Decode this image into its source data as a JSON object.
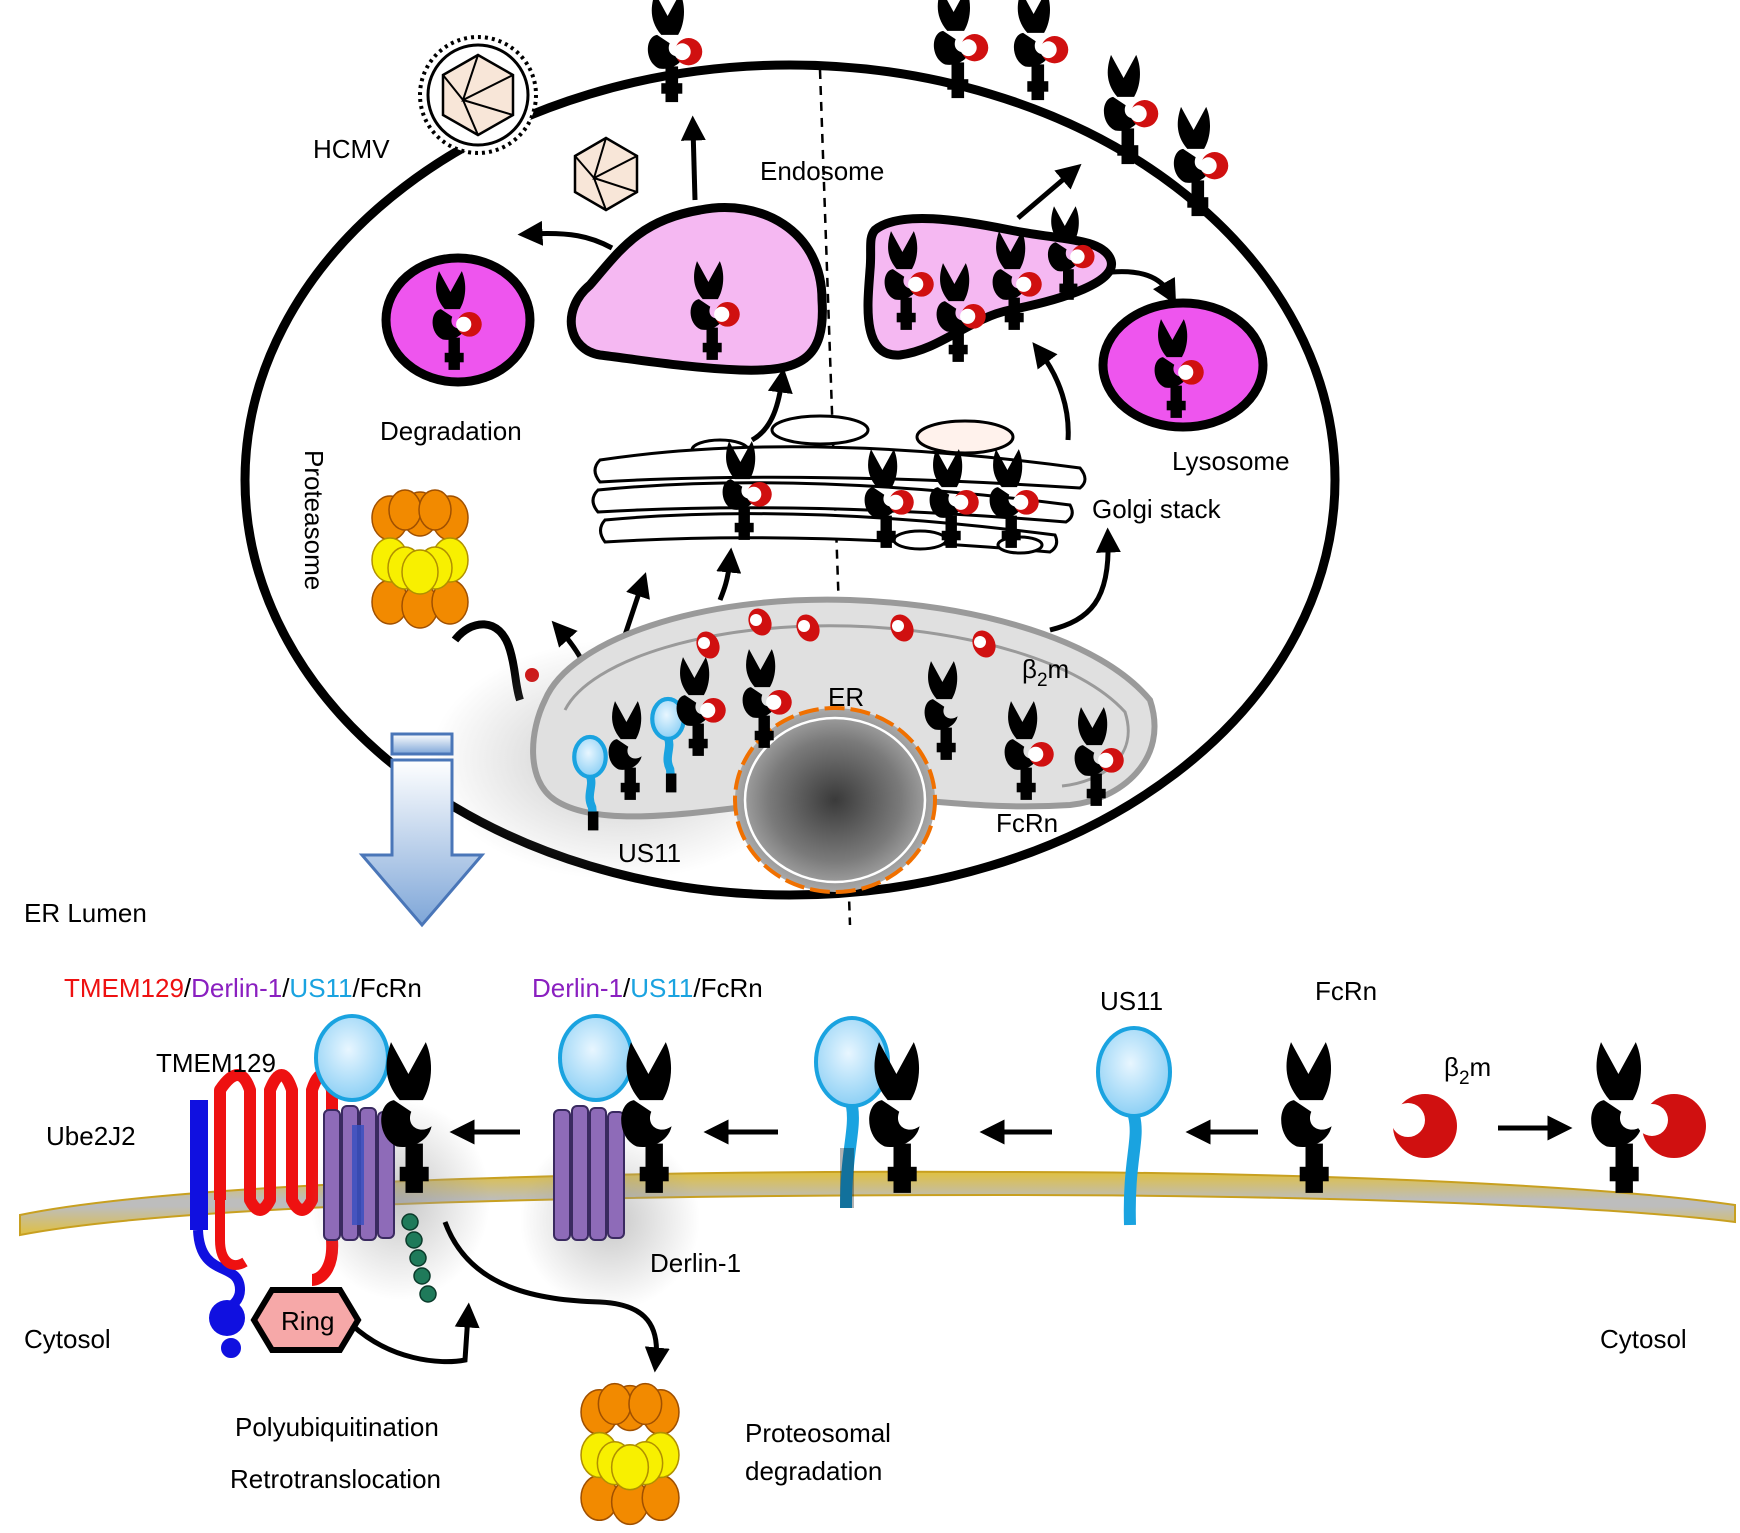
{
  "labels": {
    "hcmv": "HCMV",
    "endosome": "Endosome",
    "degradation": "Degradation",
    "proteasome": "Proteasome",
    "golgi_stack": "Golgi stack",
    "lysosome": "Lysosome",
    "beta": "β",
    "two": "2",
    "m": "m",
    "er": "ER",
    "fcrn_top": "FcRn",
    "us11_top": "US11",
    "er_lumen": "ER Lumen",
    "cytosol_left": "Cytosol",
    "cytosol_right": "Cytosol",
    "ube2j2": "Ube2J2",
    "tmem129": "TMEM129",
    "ring": "Ring",
    "derlin1": "Derlin-1",
    "polyubiquitination": "Polyubiquitination",
    "retrotranslocation": "Retrotranslocation",
    "proteosomal": "Proteosomal",
    "degradation_bottom": "degradation",
    "us11_bottom": "US11",
    "fcrn_bottom": "FcRn",
    "beta2m_bottom_b": "β",
    "beta2m_bottom_2": "2",
    "beta2m_bottom_m": "m"
  },
  "complex_a": {
    "p1": "TMEM129",
    "s1": "/",
    "p2": "Derlin-1",
    "s2": "/",
    "p3": "US11",
    "s3": "/",
    "p4": "FcRn"
  },
  "complex_b": {
    "p1": "Derlin-1",
    "s1": "/",
    "p2": "US11",
    "s2": "/",
    "p3": "FcRn"
  },
  "colors": {
    "tmem129": "#ee1111",
    "derlin1": "#8a1fc0",
    "us11": "#1aa3e0",
    "ube2j2": "#1010e0",
    "fcrn": "#000000",
    "endosome_fill": "#f5b8f2",
    "lysosome_fill": "#ee55ee",
    "proteasome_orange": "#f28a00",
    "proteasome_yellow": "#f8f000"
  }
}
